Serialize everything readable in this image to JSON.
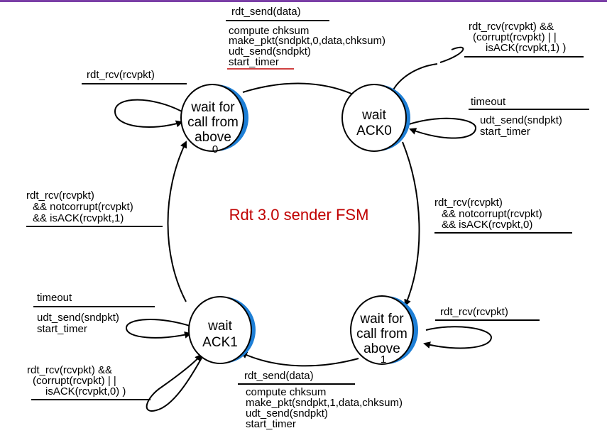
{
  "title": "Rdt 3.0 sender FSM",
  "states": {
    "wait_above_0": {
      "lines": [
        "wait for",
        "call from",
        "above"
      ],
      "index": "0"
    },
    "wait_ack0": {
      "lines": [
        "wait",
        "ACK0"
      ]
    },
    "wait_above_1": {
      "lines": [
        "wait for",
        "call from",
        "above"
      ],
      "index": "1"
    },
    "wait_ack1": {
      "lines": [
        "wait",
        "ACK1"
      ]
    }
  },
  "transitions": {
    "above0_to_ack0": {
      "event": "rdt_send(data)",
      "actions": [
        "compute chksum",
        "make_pkt(sndpkt,0,data,chksum)",
        "udt_send(sndpkt)",
        "start_timer"
      ]
    },
    "ack0_self_corrupt": {
      "event": [
        "rdt_rcv(rcvpkt)  &&",
        "(corrupt(rcvpkt) | |",
        "isACK(rcvpkt,1) )"
      ]
    },
    "ack0_timeout": {
      "event": "timeout",
      "actions": [
        "udt_send(sndpkt)",
        "start_timer"
      ]
    },
    "ack0_to_above1": {
      "event": [
        "rdt_rcv(rcvpkt)",
        "&& notcorrupt(rcvpkt)",
        "&& isACK(rcvpkt,0)"
      ]
    },
    "above1_self": {
      "event": "rdt_rcv(rcvpkt)"
    },
    "above1_to_ack1": {
      "event": "rdt_send(data)",
      "actions": [
        "compute chksum",
        "make_pkt(sndpkt,1,data,chksum)",
        "udt_send(sndpkt)",
        "start_timer"
      ]
    },
    "ack1_timeout": {
      "event": "timeout",
      "actions": [
        "udt_send(sndpkt)",
        "start_timer"
      ]
    },
    "ack1_self_corrupt": {
      "event": [
        "rdt_rcv(rcvpkt)  &&",
        "(corrupt(rcvpkt) | |",
        "isACK(rcvpkt,0) )"
      ]
    },
    "ack1_to_above0": {
      "event": [
        "rdt_rcv(rcvpkt)",
        "&& notcorrupt(rcvpkt)",
        "&& isACK(rcvpkt,1)"
      ]
    },
    "above0_self": {
      "event": "rdt_rcv(rcvpkt)"
    }
  },
  "colors": {
    "accent_bar": "#7b3fa6",
    "title": "#c00000",
    "state_shadow": "#1e7fd6",
    "underline_red": "#c00000"
  }
}
